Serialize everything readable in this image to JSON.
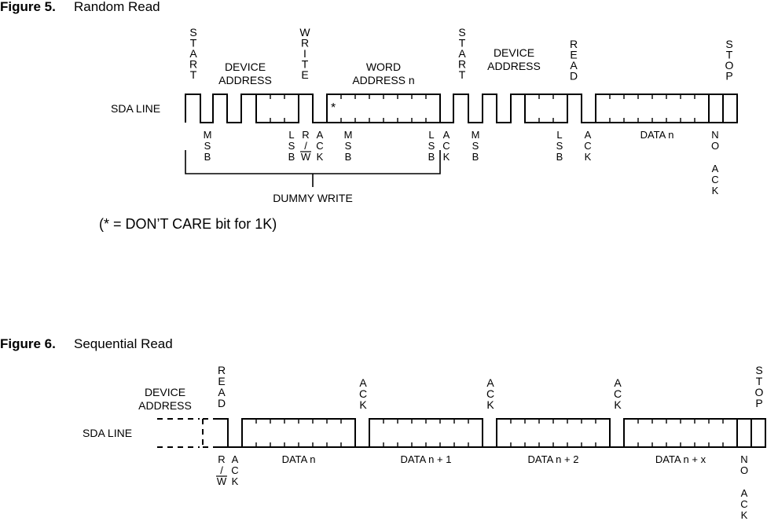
{
  "figure5": {
    "fig_label": "Figure 5.",
    "fig_title": "Random Read",
    "line_label": "SDA LINE",
    "top_start1": "START",
    "device_address1": [
      "DEVICE",
      "ADDRESS"
    ],
    "write": "WRITE",
    "word_address": [
      "WORD",
      "ADDRESS n"
    ],
    "top_start2": "START",
    "device_address2": [
      "DEVICE",
      "ADDRESS"
    ],
    "read": "READ",
    "stop": "STOP",
    "star": "*",
    "msb1": "MSB",
    "lsb1": "LSB",
    "rw": [
      "R",
      "/",
      "W"
    ],
    "ack1": "ACK",
    "msb2": "MSB",
    "lsb2": "LSB",
    "ack2": "ACK",
    "msb3": "MSB",
    "lsb3": "LSB",
    "ack3": "ACK",
    "data_n": "DATA n",
    "no": "NO",
    "no_ack": "ACK",
    "dummy_write": "DUMMY WRITE",
    "note": "(* = DON’T CARE bit for 1K)"
  },
  "figure6": {
    "fig_label": "Figure 6.",
    "fig_title": "Sequential Read",
    "device_address": [
      "DEVICE",
      "ADDRESS"
    ],
    "line_label": "SDA LINE",
    "read": "READ",
    "ack_top1": "ACK",
    "ack_top2": "ACK",
    "ack_top3": "ACK",
    "stop": "STOP",
    "rw": [
      "R",
      "/",
      "W"
    ],
    "ack_bottom": "ACK",
    "data": [
      "DATA n",
      "DATA n + 1",
      "DATA n + 2",
      "DATA n + x"
    ],
    "no": "NO",
    "no_ack": "ACK"
  }
}
